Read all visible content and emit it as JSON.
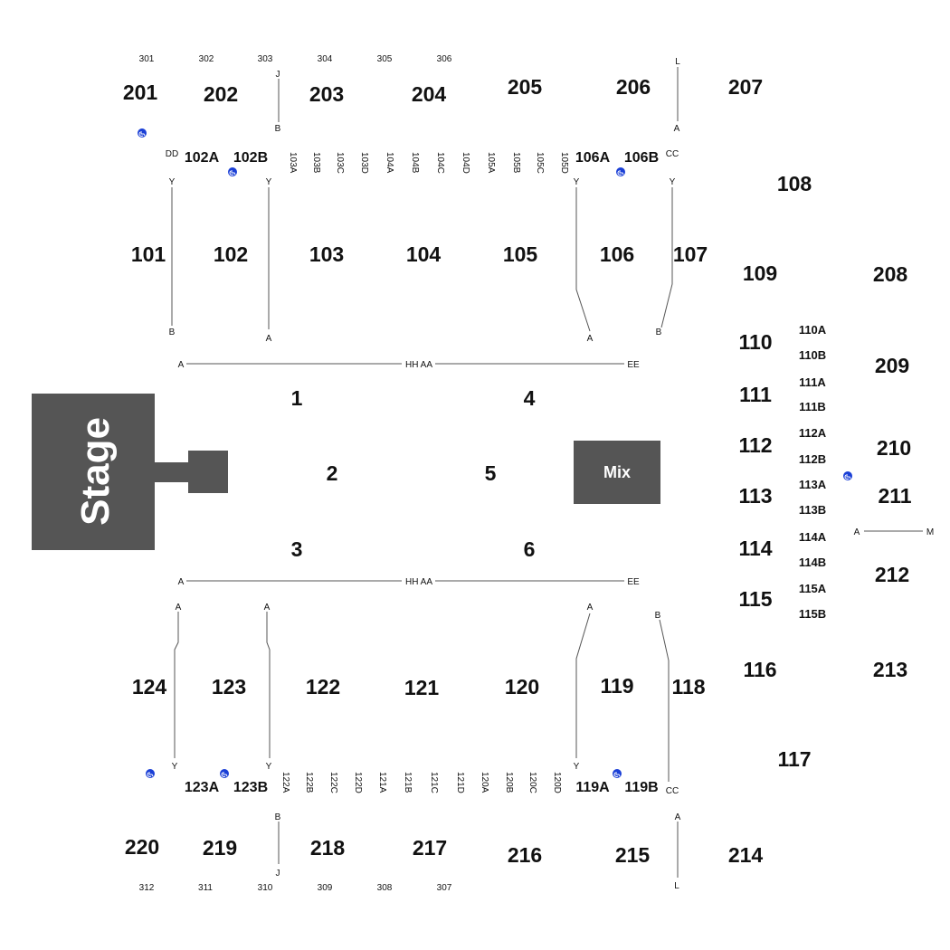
{
  "stage": {
    "label": "Stage"
  },
  "mix": {
    "label": "Mix"
  },
  "colors": {
    "blocks": "#555555",
    "text": "#111111",
    "accessible": "#1a3fd6",
    "aisle": "#555555"
  },
  "floor": [
    "1",
    "2",
    "3",
    "4",
    "5",
    "6"
  ],
  "upper": {
    "s301": "301",
    "s302": "302",
    "s303": "303",
    "s304": "304",
    "s305": "305",
    "s306": "306",
    "s307": "307",
    "s308": "308",
    "s309": "309",
    "s310": "310",
    "s311": "311",
    "s312": "312"
  },
  "sections": {
    "s201": "201",
    "s202": "202",
    "s203": "203",
    "s204": "204",
    "s205": "205",
    "s206": "206",
    "s207": "207",
    "s208": "208",
    "s209": "209",
    "s210": "210",
    "s211": "211",
    "s212": "212",
    "s213": "213",
    "s214": "214",
    "s215": "215",
    "s216": "216",
    "s217": "217",
    "s218": "218",
    "s219": "219",
    "s220": "220",
    "s101": "101",
    "s102": "102",
    "s103": "103",
    "s104": "104",
    "s105": "105",
    "s106": "106",
    "s107": "107",
    "s108": "108",
    "s109": "109",
    "s110": "110",
    "s111": "111",
    "s112": "112",
    "s113": "113",
    "s114": "114",
    "s115": "115",
    "s116": "116",
    "s117": "117",
    "s118": "118",
    "s119": "119",
    "s120": "120",
    "s121": "121",
    "s122": "122",
    "s123": "123",
    "s124": "124",
    "s102A": "102A",
    "s102B": "102B",
    "s106A": "106A",
    "s106B": "106B",
    "s123A": "123A",
    "s123B": "123B",
    "s119A": "119A",
    "s119B": "119B"
  },
  "sub_top": [
    "103A",
    "103B",
    "103C",
    "103D",
    "104A",
    "104B",
    "104C",
    "104D",
    "105A",
    "105B",
    "105C",
    "105D"
  ],
  "sub_bottom": [
    "122A",
    "122B",
    "122C",
    "122D",
    "121A",
    "121B",
    "121C",
    "121D",
    "120A",
    "120B",
    "120C",
    "120D"
  ],
  "sub_right": [
    "110A",
    "110B",
    "111A",
    "111B",
    "112A",
    "112B",
    "113A",
    "113B",
    "114A",
    "114B",
    "115A",
    "115B"
  ],
  "rows": {
    "J": "J",
    "B": "B",
    "L": "L",
    "A": "A",
    "DD": "DD",
    "CC": "CC",
    "Y": "Y",
    "HHAA": "HH AA",
    "EE": "EE",
    "M": "M"
  }
}
